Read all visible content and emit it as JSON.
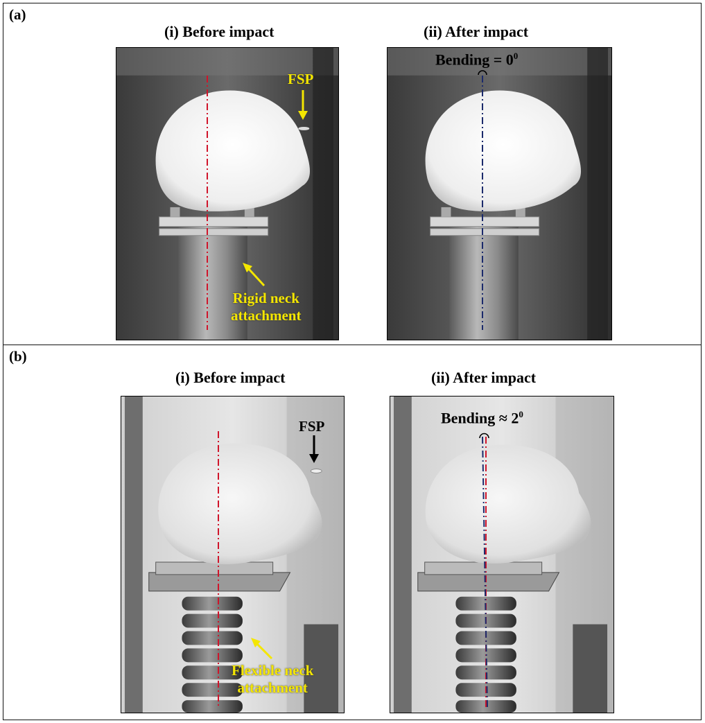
{
  "panel_a": {
    "label": "(a)",
    "before_title": "(i) Before impact",
    "after_title": "(ii) After impact",
    "fsp": "FSP",
    "neck_line1": "Rigid neck",
    "neck_line2": "attachment",
    "bending_text": "Bending = 0",
    "bending_sup": "0"
  },
  "panel_b": {
    "label": "(b)",
    "before_title": "(i) Before impact",
    "after_title": "(ii) After impact",
    "fsp": "FSP",
    "neck_line1": "Flexible neck",
    "neck_line2": "attachment",
    "bending_text": "Bending ≈ 2",
    "bending_sup": "0"
  },
  "colors": {
    "annotation_yellow": "#f4e600",
    "centerline_red": "#d0142a",
    "centerline_blue": "#1b2a6b"
  }
}
